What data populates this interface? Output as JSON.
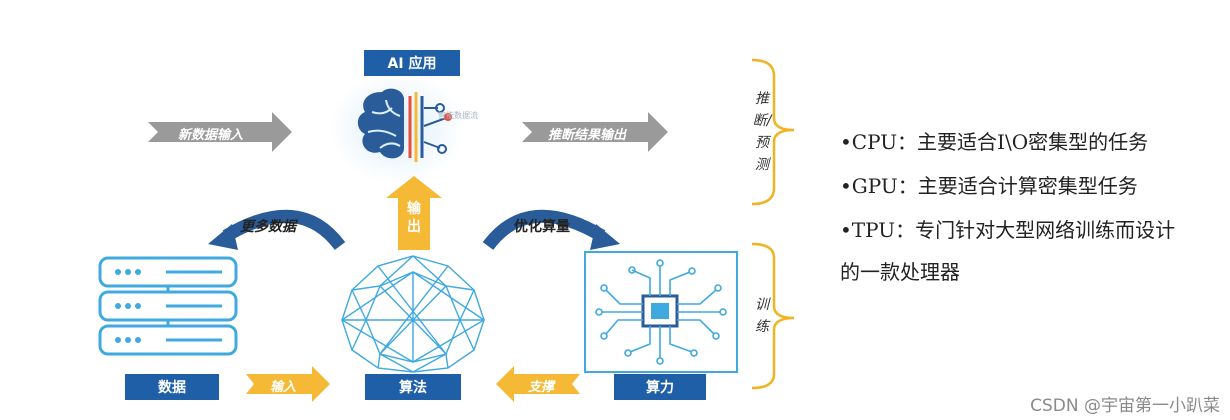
{
  "diagram": {
    "ai_app_label": "AI 应用",
    "input_arrow_label": "新数据输入",
    "output_arrow_label": "推断结果输出",
    "output_up_label": "输出",
    "more_data_label": "更多数据",
    "optimize_label": "优化算量",
    "data_label": "数据",
    "algorithm_label": "算法",
    "compute_label": "算力",
    "input_bottom_label": "输入",
    "support_label": "支撑",
    "brace_top_label": "推断/预测",
    "brace_bottom_label": "训练",
    "icon_text": "智能数据流",
    "colors": {
      "accent": "#1f5fa8",
      "arrow_gray": "#9a9a9a",
      "arrow_orange": "#f5b935",
      "brace": "#f0b323",
      "light_blue": "#3fa9e0"
    }
  },
  "bullets": [
    "•CPU：主要适合I\\O密集型的任务",
    "•GPU：主要适合计算密集型任务",
    "•TPU：专门针对大型网络训练而设计",
    "的一款处理器"
  ],
  "watermark": "CSDN @宇宙第一小趴菜"
}
